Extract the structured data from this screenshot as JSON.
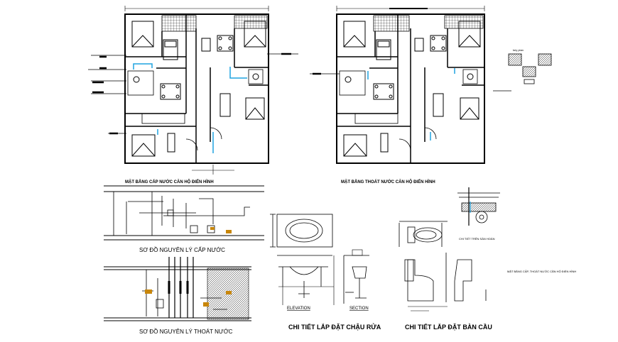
{
  "labels": {
    "plan_supply": "MẶT BẰNG CẤP NƯỚC CĂN HỘ ĐIỂN HÌNH",
    "plan_drain": "MẶT BẰNG THOÁT NƯỚC CĂN HỘ ĐIỂN HÌNH",
    "diagram_supply": "SƠ ĐỒ NGUYÊN LÝ CẤP NƯỚC",
    "diagram_drain": "SƠ ĐỒ NGUYÊN LÝ THOÁT NƯỚC",
    "basin_detail": "CHI TIẾT LẮP ĐẶT CHẬU RỬA",
    "toilet_detail": "CHI TIẾT LẮP ĐẶT BÀN CẦU",
    "elevation": "ELEVATION",
    "section": "SECTION",
    "trap_detail": "CHI TIẾT TRÊN SÀN HOÀN",
    "side_note": "MẶT BẰNG CẤP, THOÁT NƯỚC CĂN HỘ ĐIỂN HÌNH",
    "key_plan": "key plan"
  },
  "colors": {
    "line": "#000000",
    "pipe": "#1fa3e0",
    "fixture": "#c8860a",
    "background": "#ffffff"
  }
}
